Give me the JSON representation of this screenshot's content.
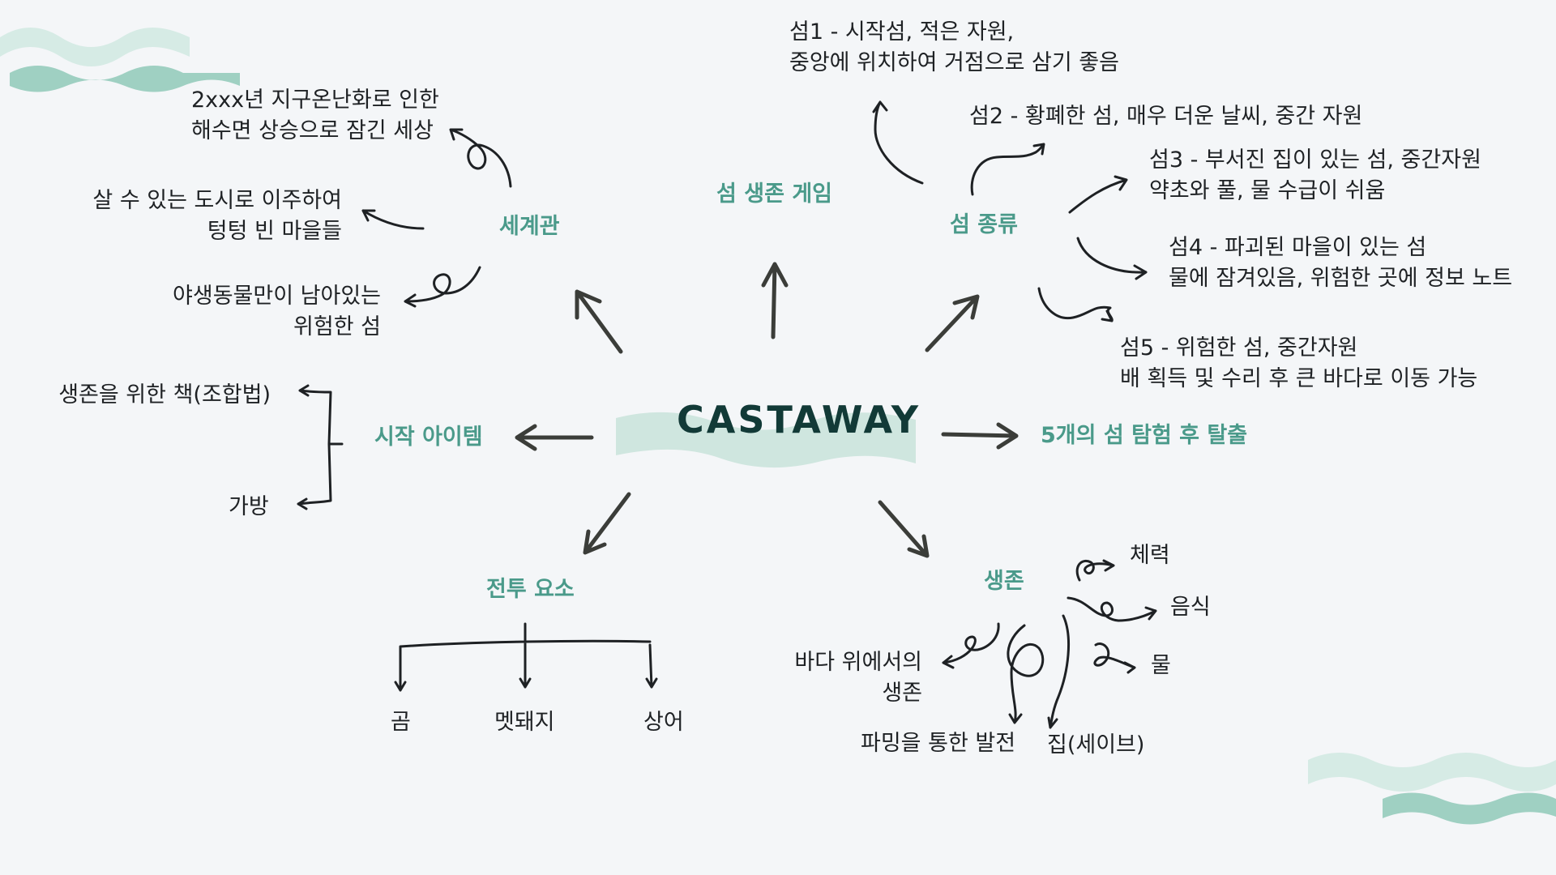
{
  "title": "CASTAWAY",
  "categories": {
    "game": "섬 생존 게임",
    "world": "세계관",
    "island_types": "섬 종류",
    "start_items": "시작 아이템",
    "escape": "5개의 섬 탐험 후 탈출",
    "combat": "전투 요소",
    "survival": "생존"
  },
  "world": {
    "item1": [
      "2xxx년 지구온난화로 인한",
      "해수면 상승으로 잠긴 세상"
    ],
    "item2": [
      "살 수 있는 도시로 이주하여",
      "텅텅 빈 마을들"
    ],
    "item3": [
      "야생동물만이 남아있는",
      "위험한 섬"
    ]
  },
  "islands": {
    "island1": [
      "섬1 - 시작섬, 적은 자원,",
      "중앙에 위치하여 거점으로 삼기 좋음"
    ],
    "island2": "섬2 - 황폐한 섬, 매우 더운 날씨, 중간 자원",
    "island3": [
      "섬3 - 부서진 집이 있는 섬, 중간자원",
      "약초와 풀, 물 수급이 쉬움"
    ],
    "island4": [
      "섬4 - 파괴된 마을이 있는 섬",
      "물에 잠겨있음, 위험한 곳에 정보 노트"
    ],
    "island5": [
      "섬5 - 위험한 섬, 중간자원",
      "배 획득 및 수리 후 큰 바다로 이동 가능"
    ]
  },
  "start_items": {
    "book": "생존을 위한 책(조합법)",
    "bag": "가방"
  },
  "combat": {
    "bear": "곰",
    "boar": "멧돼지",
    "shark": "상어"
  },
  "survival": {
    "stamina": "체력",
    "food": "음식",
    "water": "물",
    "home": "집(세이브)",
    "farming": "파밍을 통한 발전",
    "sea": [
      "바다 위에서의",
      "생존"
    ]
  },
  "colors": {
    "accent": "#4a9a8a",
    "title": "#123a37",
    "wave_light": "#cfe6df",
    "wave_dark": "#9fd0c2",
    "ink": "#1e2124",
    "arrow": "#3b3d39",
    "background": "#f4f6f8"
  }
}
